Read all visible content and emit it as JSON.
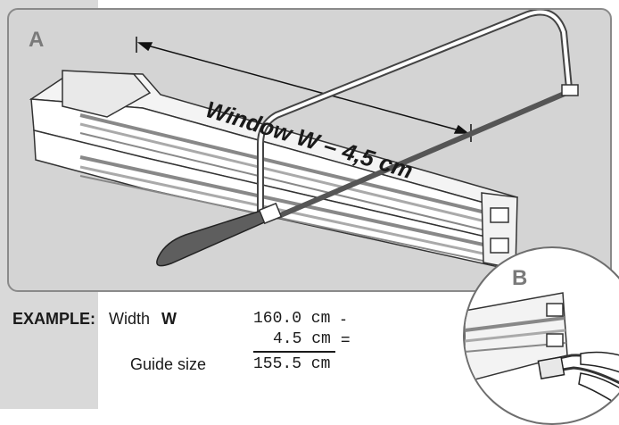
{
  "panel_a": {
    "label": "A",
    "dimension_text": "Window W – 4,5 cm"
  },
  "inset_b": {
    "label": "B"
  },
  "example": {
    "label": "EXAMPLE:",
    "width_label": "Width",
    "width_symbol": "W",
    "width_value": "160.0 cm",
    "minus_sign": "-",
    "deduction_value": "4.5 cm",
    "equals_sign": "=",
    "result_label": "Guide size",
    "result_value": "155.5 cm"
  },
  "colors": {
    "panel_bg": "#d4d4d4",
    "stripe_bg": "#d9d9d9",
    "label_gray": "#7a7a7a",
    "handle": "#5e5e5e"
  },
  "icons": [
    "hacksaw-icon",
    "guide-rail-profile-icon",
    "pliers-icon"
  ]
}
